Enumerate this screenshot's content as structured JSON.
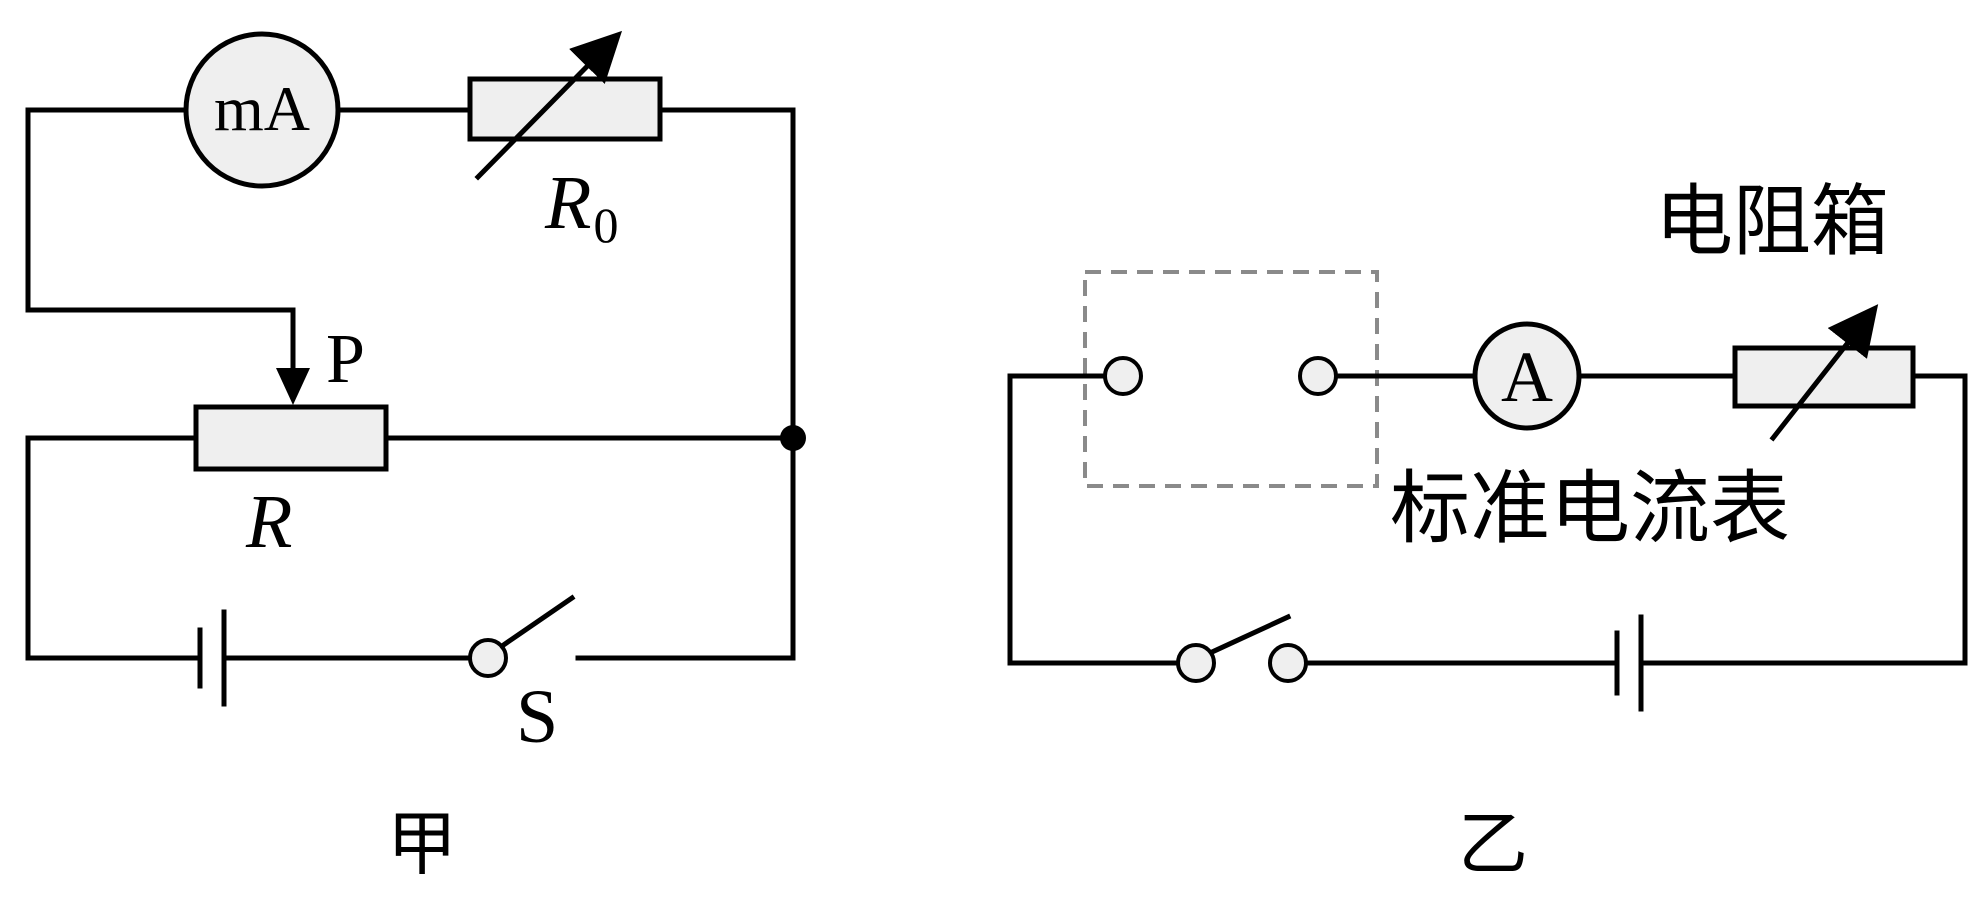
{
  "circuit_jia": {
    "caption": "甲",
    "milliammeter_label": "mA",
    "rheostat_label": "R",
    "rheostat_subscript": "0",
    "slider_label": "P",
    "resistor_label": "R",
    "switch_label": "S"
  },
  "circuit_yi": {
    "caption": "乙",
    "ammeter_label": "A",
    "resistance_box_label": "电阻箱",
    "standard_ammeter_label": "标准电流表"
  },
  "colors": {
    "line": "#000000",
    "component_fill": "#efefef",
    "dashed_box": "#8a8a8a"
  }
}
